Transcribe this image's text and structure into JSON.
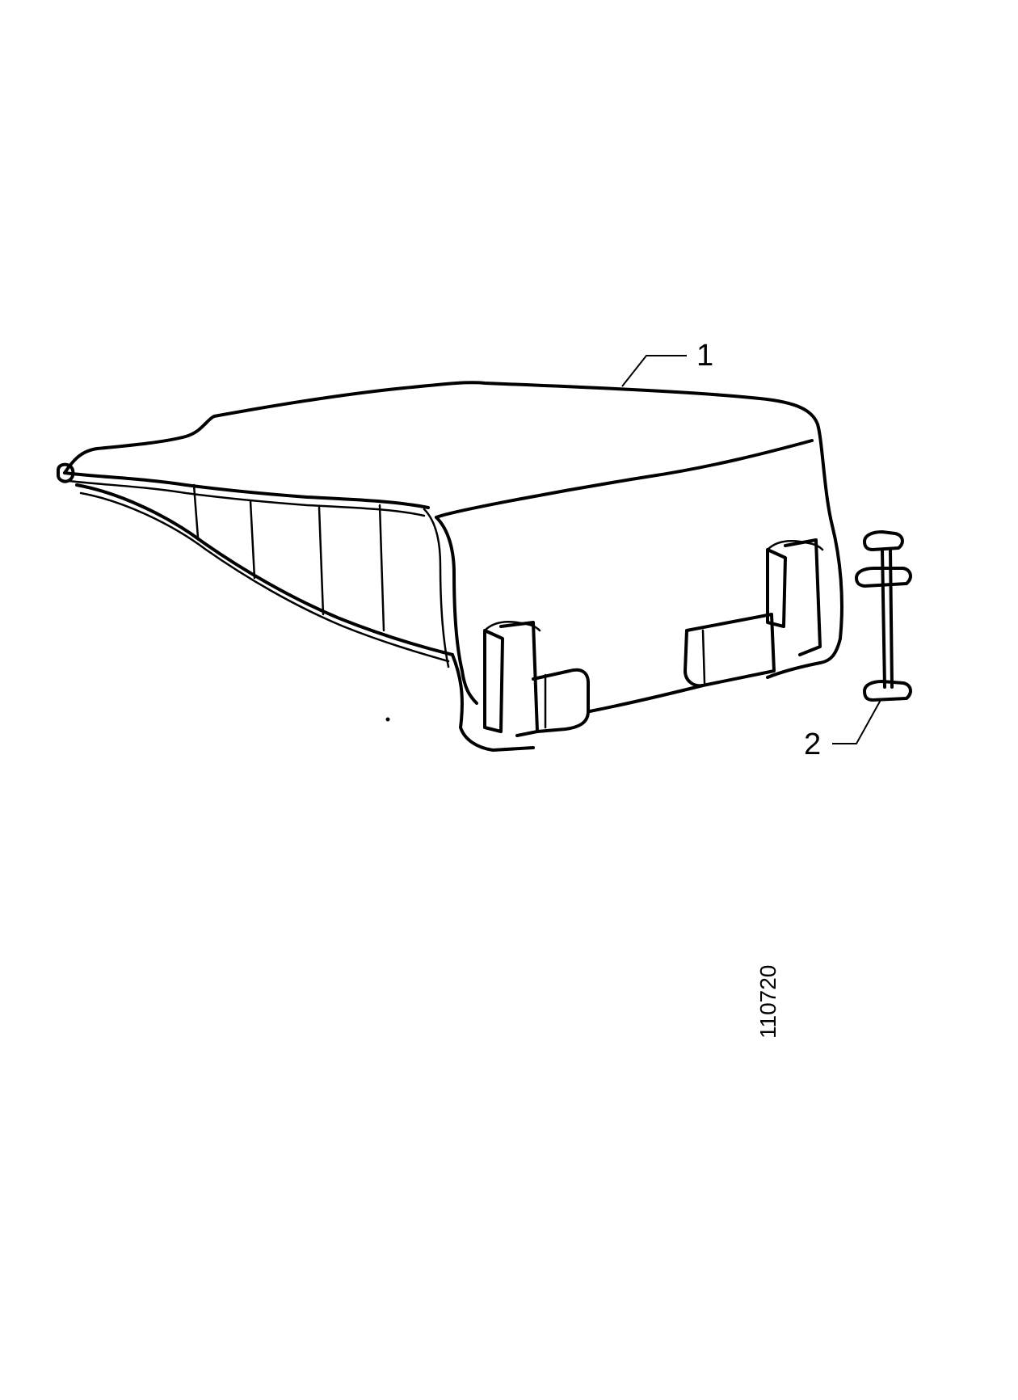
{
  "diagram": {
    "callouts": [
      {
        "number": "1",
        "part": "cover"
      },
      {
        "number": "2",
        "part": "pin"
      }
    ],
    "reference_number": "110720"
  },
  "colors": {
    "line": "#000000",
    "background": "#ffffff"
  }
}
